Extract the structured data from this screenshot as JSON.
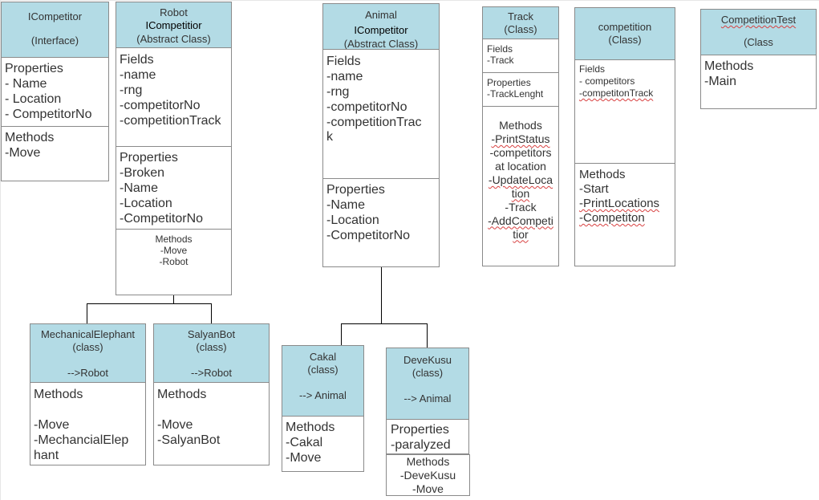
{
  "icompetitor": {
    "header_line1": "ICompetitor",
    "header_line2": "(Interface)",
    "properties": "Properties\n- Name\n- Location\n- CompetitorNo",
    "methods": "Methods\n-Move"
  },
  "robot": {
    "header_line1": "Robot",
    "header_line2": "ICompetitior",
    "header_line3": "(Abstract Class)",
    "fields": "Fields\n-name\n-rng\n-competitorNo\n-competitionTrack",
    "properties": "Properties\n-Broken\n-Name\n-Location\n-CompetitorNo",
    "methods": "Methods\n-Move\n-Robot"
  },
  "animal": {
    "header_line1": "Animal",
    "header_line2": "ICompetitor",
    "header_line3": "(Abstract Class)",
    "fields": "Fields\n-name\n-rng\n-competitorNo\n-competitionTrac\nk",
    "properties": "Properties\n-Name\n-Location\n-CompetitorNo"
  },
  "track": {
    "header_line1": "Track",
    "header_line2": "(Class)",
    "fields": "Fields\n-Track",
    "properties": "Properties\n-TrackLenght",
    "methods_title": "Methods",
    "methods_1": "-PrintStatus",
    "methods_2": "-competitors",
    "methods_3": "at location",
    "methods_4": "-UpdateLoca",
    "methods_5": "tion",
    "methods_6": "-Track",
    "methods_7": "-AddCompeti",
    "methods_8": "tior"
  },
  "competition": {
    "header_line1": "competition",
    "header_line2": "(Class)",
    "fields_title": "Fields",
    "fields_1": "- competitors",
    "fields_2": "-competitonTrack",
    "methods_title": "Methods",
    "methods_1": "-Start",
    "methods_2": "-PrintLocations",
    "methods_3": "-Competiton"
  },
  "competition_test": {
    "header_line1": "CompetitionTest",
    "header_line2": "(Class",
    "methods": "Methods\n-Main"
  },
  "mechanical_elephant": {
    "header_line1": "MechanicalElephant",
    "header_line2": "(class)",
    "header_line3": "-->Robot",
    "methods": "Methods\n\n-Move\n-MechancialElep\nhant"
  },
  "salyanbot": {
    "header_line1": "SalyanBot",
    "header_line2": "(class)",
    "header_line3": "-->Robot",
    "methods": "Methods\n\n-Move\n-SalyanBot"
  },
  "cakal": {
    "header_line1": "Cakal",
    "header_line2": "(class)",
    "header_line3": "--> Animal",
    "methods": "Methods\n-Cakal\n-Move"
  },
  "devekusu": {
    "header_line1": "DeveKusu",
    "header_line2": "(class)",
    "header_line3": "--> Animal",
    "properties": "Properties\n-paralyzed",
    "methods": "Methods\n-DeveKusu\n-Move"
  }
}
